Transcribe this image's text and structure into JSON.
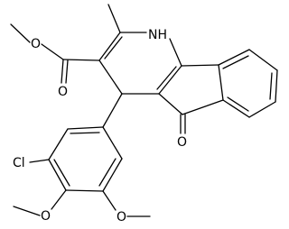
{
  "molecule": {
    "atom_labels": {
      "carbonyl_o": "O",
      "ester_o": "O",
      "nh": "NH",
      "ketone_o": "O",
      "chlorine": "Cl",
      "methoxy_o_para": "O",
      "methoxy_o_meta": "O"
    }
  }
}
